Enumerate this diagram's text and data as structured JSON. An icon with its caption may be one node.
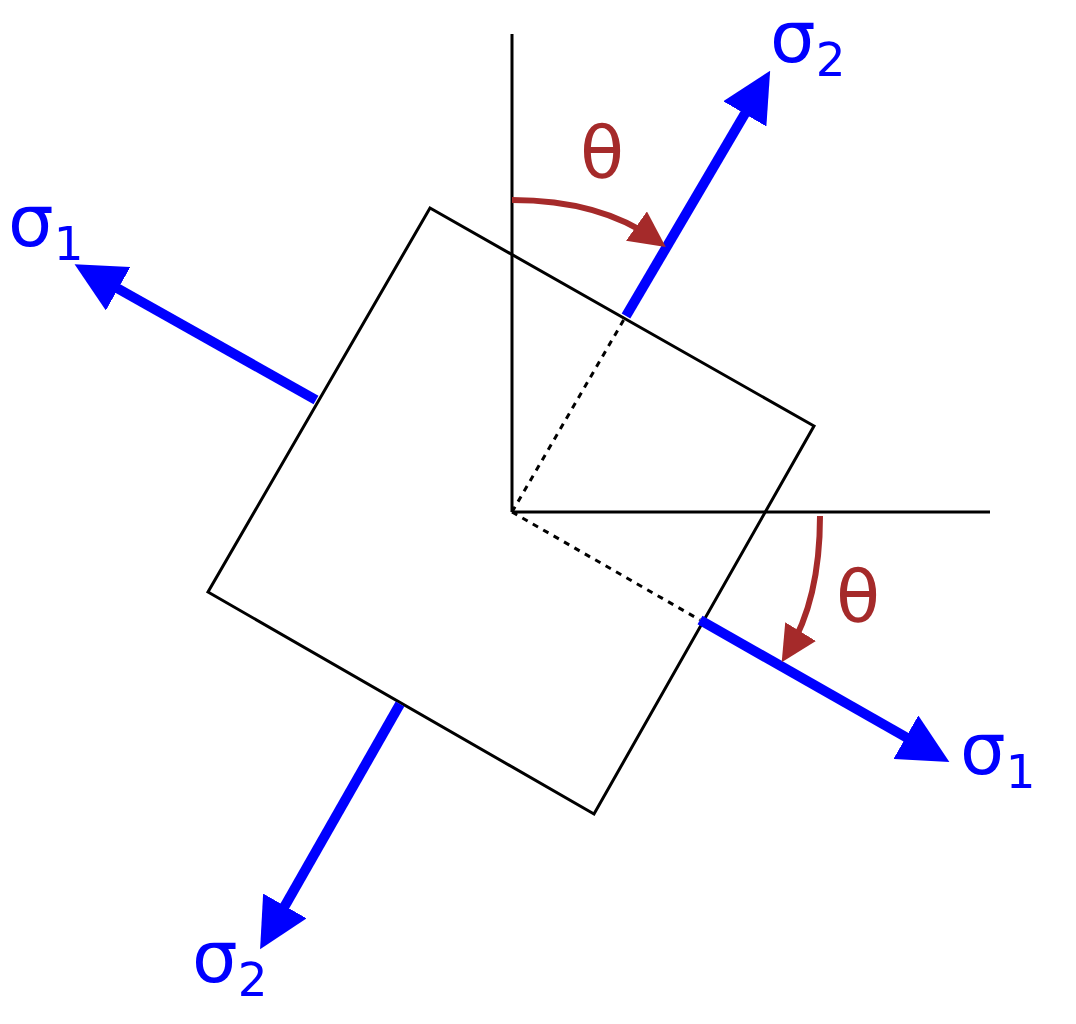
{
  "diagram": {
    "labels": [
      "σ$_{2}$",
      "θ",
      "σ$_{1}$",
      "θ",
      "σ$_{1}$",
      "σ$_{2}$"
    ]
  }
}
